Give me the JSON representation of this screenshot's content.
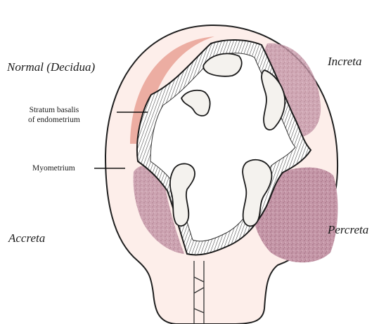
{
  "labels": {
    "normal": "Normal (Decidua)",
    "increta": "Increta",
    "stratum_line1": "Stratum basalis",
    "stratum_line2": "of endometrium",
    "myometrium": "Myometrium",
    "accreta": "Accreta",
    "percreta": "Percreta"
  },
  "colors": {
    "uterine_wall": "#fdeeea",
    "wall_outline": "#1f1f1f",
    "decidua_band": "#eaa59a",
    "placenta_invasion": "#b98a9c",
    "placenta_invasion_light": "#cfa6b4",
    "cavity": "#ffffff",
    "leader_line": "#111111"
  }
}
